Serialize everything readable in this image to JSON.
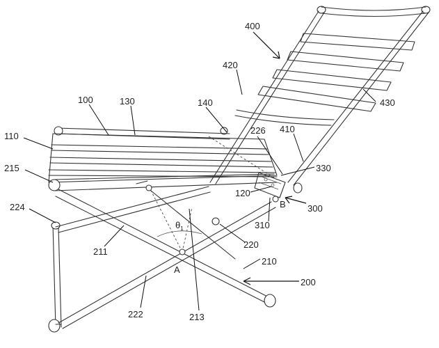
{
  "labels": {
    "l100": "100",
    "l130": "130",
    "l140": "140",
    "l110": "110",
    "l215": "215",
    "l224": "224",
    "l211": "211",
    "l222": "222",
    "l213": "213",
    "l220": "220",
    "l210": "210",
    "l200": "200",
    "l310": "310",
    "l300": "300",
    "l120": "120",
    "l330": "330",
    "l226": "226",
    "l410": "410",
    "l400": "400",
    "l420": "420",
    "l430": "430"
  },
  "points": {
    "a": "A",
    "b": "B"
  },
  "angle": {
    "symbol": "θ",
    "subscript": "1"
  }
}
